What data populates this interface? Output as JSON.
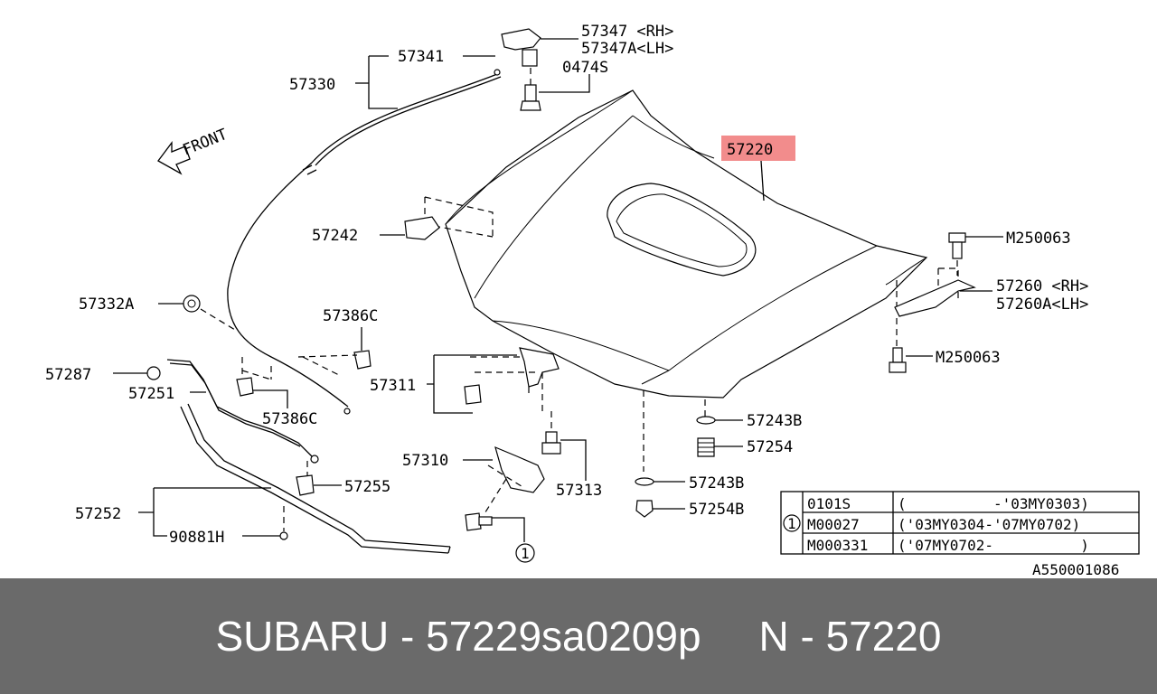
{
  "diagram": {
    "front_label": "FRONT",
    "highlighted_part": "57220",
    "highlight_color": "#f28c8c",
    "drawing_id": "A550001086",
    "labels": {
      "p57347": "57347 <RH>",
      "p57347a": "57347A<LH>",
      "p57341": "57341",
      "p0474s": "0474S",
      "p57330": "57330",
      "p57220": "57220",
      "p57242": "57242",
      "pm250063a": "M250063",
      "p57260": "57260 <RH>",
      "p57260a": "57260A<LH>",
      "pm250063b": "M250063",
      "p57332a": "57332A",
      "p57386c_top": "57386C",
      "p57287": "57287",
      "p57251": "57251",
      "p57386c_bot": "57386C",
      "p57311": "57311",
      "p57243b_a": "57243B",
      "p57254": "57254",
      "p57310": "57310",
      "p57313": "57313",
      "p57243b_b": "57243B",
      "p57254b": "57254B",
      "p57255": "57255",
      "p57252": "57252",
      "p90881h": "90881H",
      "callout_1": "1"
    },
    "table": {
      "ref": "1",
      "rows": [
        {
          "part": "0101S",
          "range": "(          -'03MY0303)"
        },
        {
          "part": "M00027",
          "range": "('03MY0304-'07MY0702)"
        },
        {
          "part": "M000331",
          "range": "('07MY0702-          )"
        }
      ]
    }
  },
  "footer": {
    "brand": "SUBARU",
    "sep1": " - ",
    "catalog_no": "57229sa0209p",
    "gap": "     ",
    "n_label": "N",
    "sep2": " - ",
    "n_value": "57220"
  }
}
